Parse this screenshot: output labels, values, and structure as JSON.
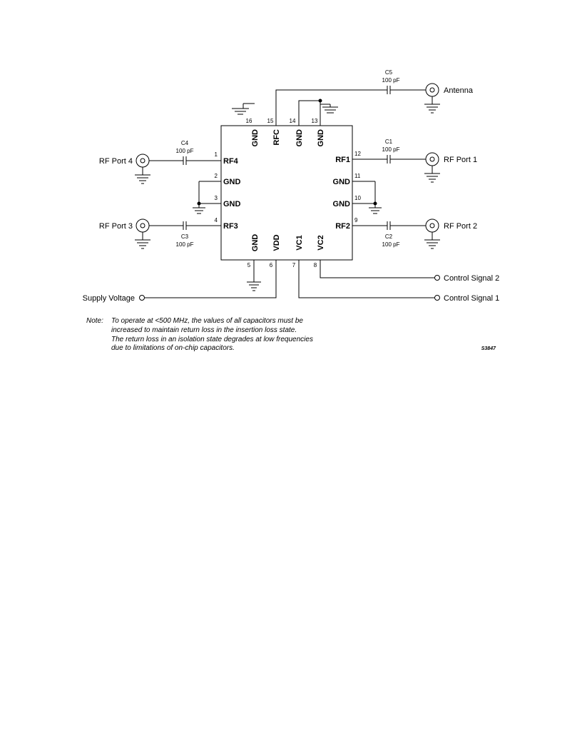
{
  "chip": {
    "pins": [
      {
        "num": "1",
        "label": "RF4"
      },
      {
        "num": "2",
        "label": "GND"
      },
      {
        "num": "3",
        "label": "GND"
      },
      {
        "num": "4",
        "label": "RF3"
      },
      {
        "num": "5",
        "label": "GND"
      },
      {
        "num": "6",
        "label": "VDD"
      },
      {
        "num": "7",
        "label": "VC1"
      },
      {
        "num": "8",
        "label": "VC2"
      },
      {
        "num": "9",
        "label": "RF2"
      },
      {
        "num": "10",
        "label": "GND"
      },
      {
        "num": "11",
        "label": "GND"
      },
      {
        "num": "12",
        "label": "RF1"
      },
      {
        "num": "13",
        "label": "GND"
      },
      {
        "num": "14",
        "label": "GND"
      },
      {
        "num": "15",
        "label": "RFC"
      },
      {
        "num": "16",
        "label": "GND"
      }
    ]
  },
  "capacitors": {
    "c1": {
      "name": "C1",
      "value": "100 pF"
    },
    "c2": {
      "name": "C2",
      "value": "100 pF"
    },
    "c3": {
      "name": "C3",
      "value": "100 pF"
    },
    "c4": {
      "name": "C4",
      "value": "100 pF"
    },
    "c5": {
      "name": "C5",
      "value": "100 pF"
    }
  },
  "connectors": {
    "antenna": "Antenna",
    "rf_port_1": "RF Port 1",
    "rf_port_2": "RF Port 2",
    "rf_port_3": "RF Port 3",
    "rf_port_4": "RF Port 4",
    "supply_voltage": "Supply Voltage",
    "control_signal_1": "Control Signal 1",
    "control_signal_2": "Control Signal 2"
  },
  "note": {
    "label": "Note:",
    "lines": [
      "To operate at <500 MHz, the values of all capacitors must be",
      "increased to maintain return loss in the insertion loss state.",
      "The return loss in an isolation state degrades at low frequencies",
      "due to limitations of on-chip capacitors."
    ]
  },
  "figure_id": "S3847"
}
